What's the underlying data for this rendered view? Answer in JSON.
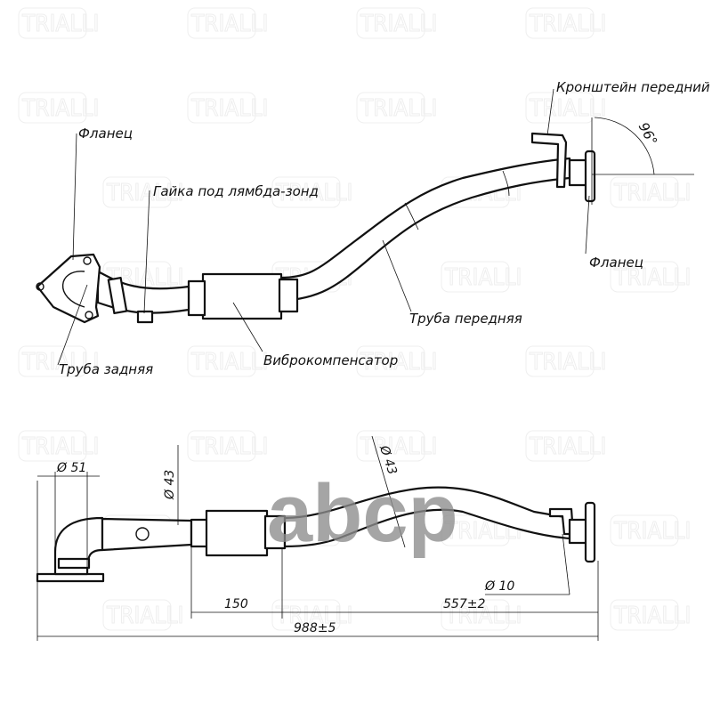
{
  "watermark": {
    "brand": "TRIALLI",
    "overlay_logo": "abcp"
  },
  "top_view": {
    "labels": {
      "bracket_front": "Кронштейн передний",
      "angle": "96°",
      "flange_right": "Фланец",
      "flange_left": "Фланец",
      "lambda_nut": "Гайка под лямбда-зонд",
      "front_pipe": "Труба передняя",
      "flex_joint": "Виброкомпенсатор",
      "rear_pipe": "Труба задняя"
    }
  },
  "side_view": {
    "dimensions": {
      "dia_flange": "Ø 51",
      "dia_pipe_left": "Ø 43",
      "dia_pipe_right": "Ø 43",
      "dia_bracket": "Ø 10",
      "len_flex": "150",
      "len_front": "557±2",
      "len_total": "988±5"
    }
  }
}
